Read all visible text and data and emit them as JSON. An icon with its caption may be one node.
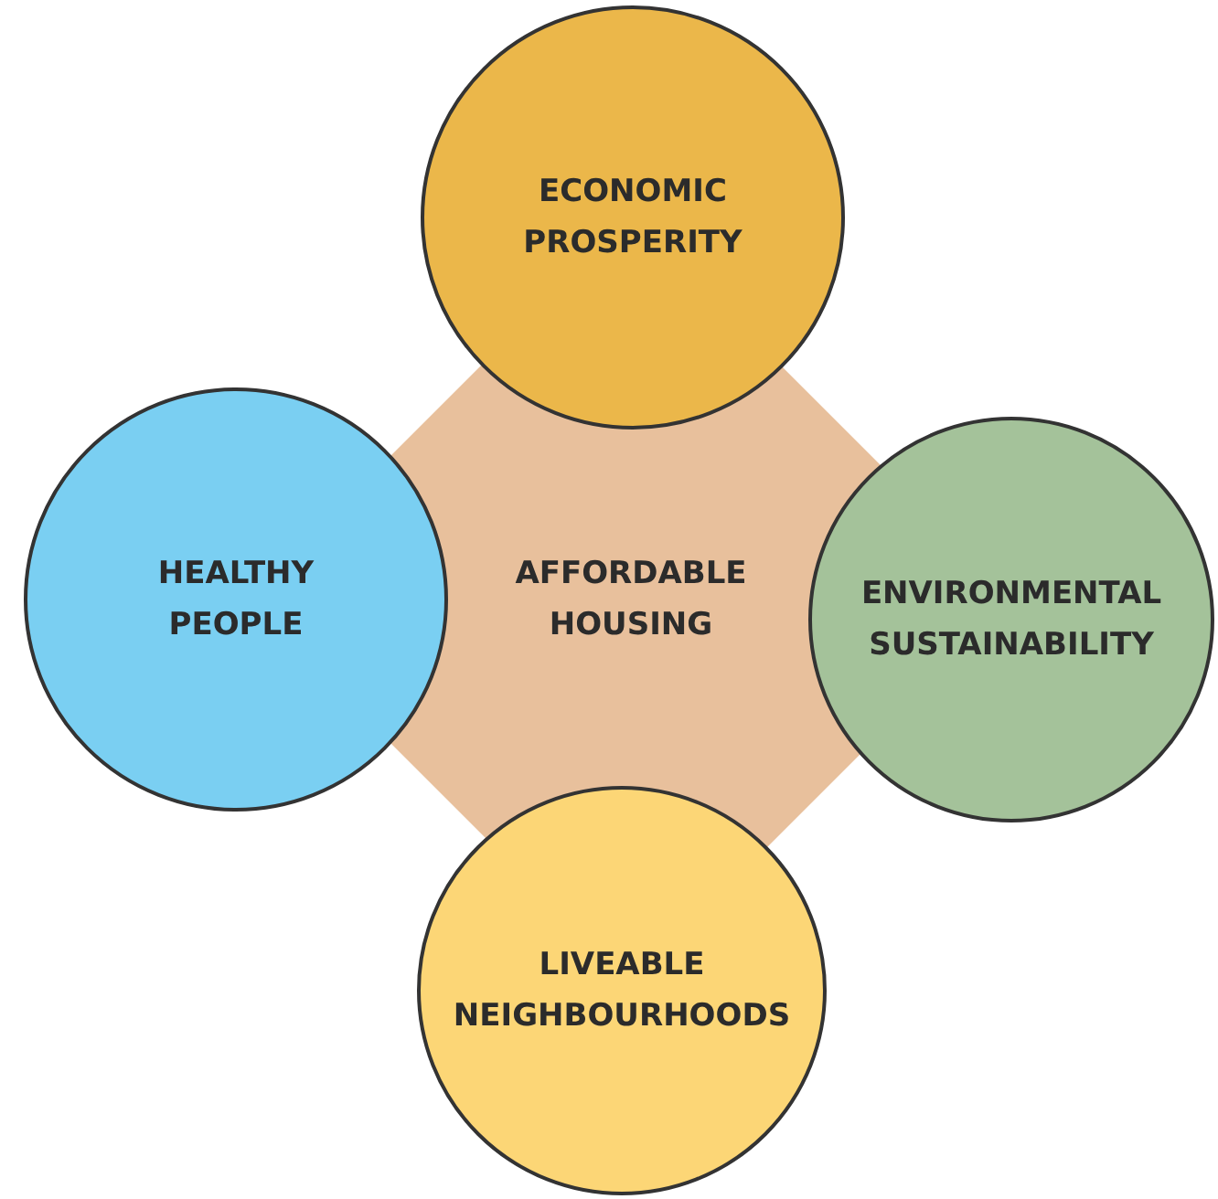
{
  "diagram": {
    "nodes": [
      {
        "text": [
          "ECONOMIC PROSPERITY"
        ]
      },
      {
        "text": [
          "HEALTHY PEOPLE"
        ]
      },
      {
        "text": [
          "AFFORDABLE HOUSING"
        ]
      },
      {
        "text": [
          "ENVIRONMENTAL SUSTAINABILITY"
        ]
      },
      {
        "text": [
          "LIVEABLE NEIGHBOURHOODS"
        ]
      }
    ]
  }
}
